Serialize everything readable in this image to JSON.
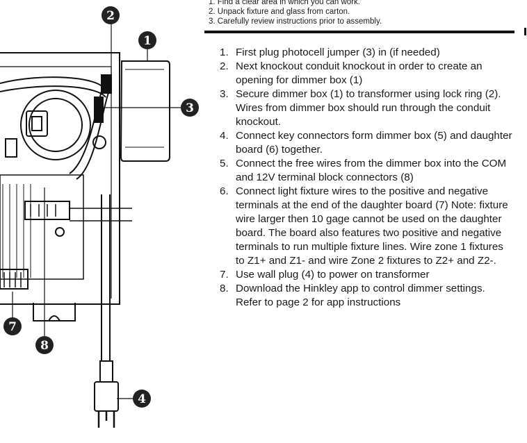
{
  "prep_steps": [
    "1. Find a clear area in which you can work.",
    "2. Unpack fixture and glass from carton.",
    "3. Carefully review instructions prior to assembly."
  ],
  "steps": [
    {
      "number": "1.",
      "text": "First plug photocell jumper (3) in (if needed)"
    },
    {
      "number": "2.",
      "text": "Next knockout conduit knockout in order to create an opening for dimmer box (1)"
    },
    {
      "number": "3.",
      "text": "Secure dimmer box (1) to transformer using lock ring (2). Wires from dimmer box should run through the conduit knockout."
    },
    {
      "number": "4.",
      "text": "Connect key connectors form dimmer box (5) and daughter board (6) together."
    },
    {
      "number": "5.",
      "text": "Connect the free wires from the dimmer box into the COM and 12V terminal block connectors (8)"
    },
    {
      "number": "6.",
      "text": "Connect light fixture wires to the positive and negative terminals at the end of the daughter board (7) Note: fixture wire larger then 10 gage cannot be used on the daughter board. The board also features two positive and negative terminals to run multiple fixture lines.  Wire zone 1 fixtures to Z1+ and Z1- and wire Zone 2 fixtures to Z2+ and Z2-."
    },
    {
      "number": "7.",
      "text": "Use wall plug (4) to power on transformer"
    },
    {
      "number": "8.",
      "text": "Download the Hinkley app to control dimmer settings. Refer to page 2 for app instructions"
    }
  ],
  "callouts": [
    {
      "label": "1"
    },
    {
      "label": "2"
    },
    {
      "label": "3"
    },
    {
      "label": "4"
    },
    {
      "label": "7"
    },
    {
      "label": "8"
    }
  ]
}
